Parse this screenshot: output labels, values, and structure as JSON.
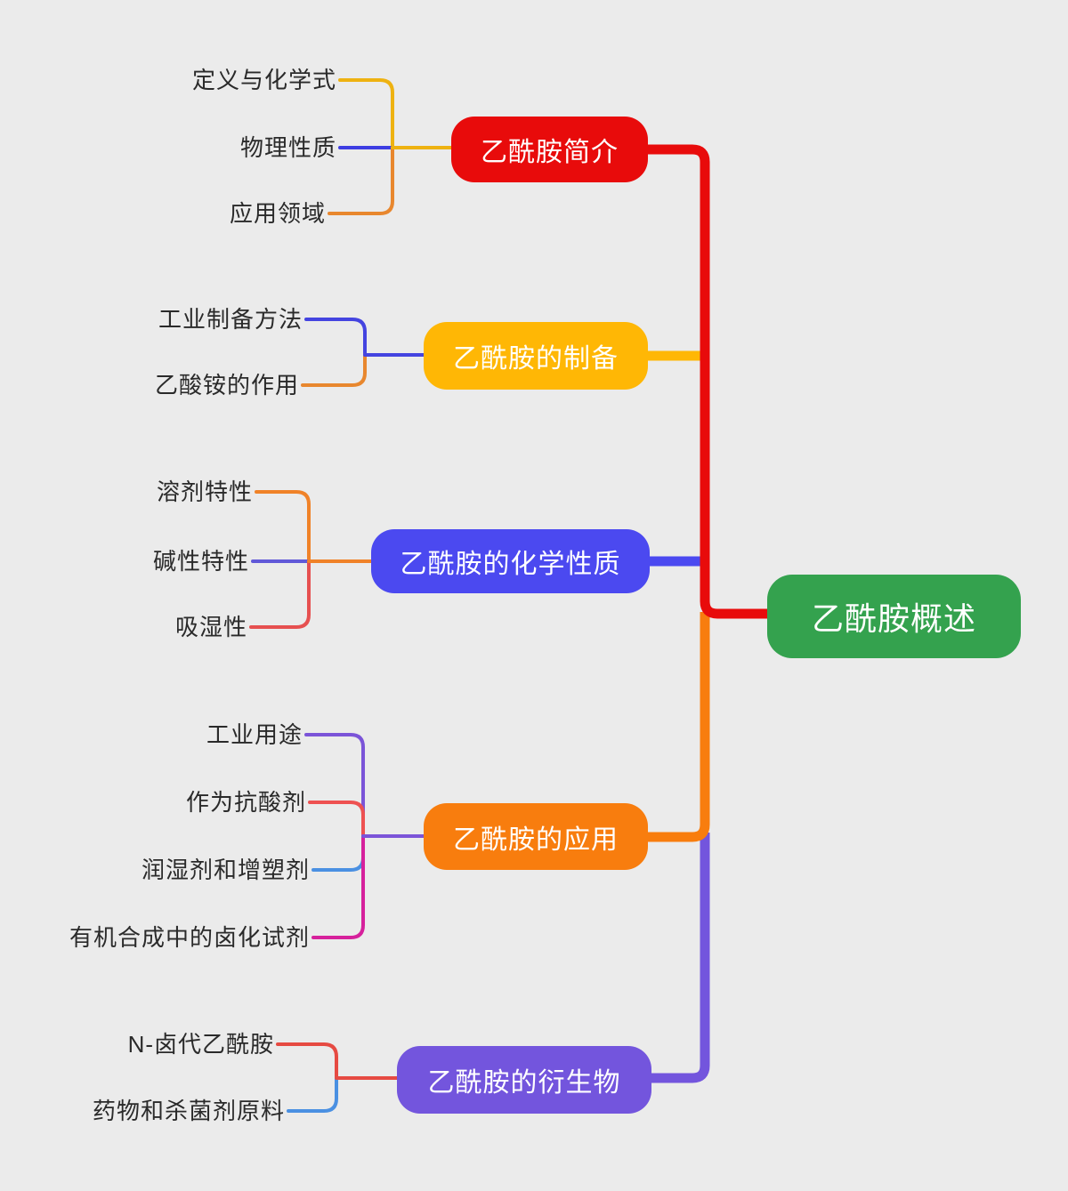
{
  "background": "#ebebeb",
  "text_color": "#2a2a2a",
  "root": {
    "label": "乙酰胺概述",
    "color": "#34a24e"
  },
  "trunk": {
    "red": "#e80b0b",
    "yellow": "#ffb705",
    "blue": "#4b49f0",
    "orange": "#f87d0e",
    "purple": "#7355dd"
  },
  "branches": [
    {
      "label": "乙酰胺简介",
      "color": "#e80b0b",
      "link_color": "#eeb211",
      "children": [
        {
          "label": "定义与化学式",
          "edge_color": "#eeb211"
        },
        {
          "label": "物理性质",
          "edge_color": "#3d3de2"
        },
        {
          "label": "应用领域",
          "edge_color": "#e8872e"
        }
      ]
    },
    {
      "label": "乙酰胺的制备",
      "color": "#ffb705",
      "link_color": "#4444e0",
      "children": [
        {
          "label": "工业制备方法",
          "edge_color": "#4444e0"
        },
        {
          "label": "乙酸铵的作用",
          "edge_color": "#e8872e"
        }
      ]
    },
    {
      "label": "乙酰胺的化学性质",
      "color": "#4b49f0",
      "link_color": "#f08228",
      "children": [
        {
          "label": "溶剂特性",
          "edge_color": "#f08228"
        },
        {
          "label": "碱性特性",
          "edge_color": "#6159d8"
        },
        {
          "label": "吸湿性",
          "edge_color": "#e65050"
        }
      ]
    },
    {
      "label": "乙酰胺的应用",
      "color": "#f87d0e",
      "link_color": "#7b54d8",
      "children": [
        {
          "label": "工业用途",
          "edge_color": "#7b54d8"
        },
        {
          "label": "作为抗酸剂",
          "edge_color": "#ee5151"
        },
        {
          "label": "润湿剂和增塑剂",
          "edge_color": "#4a90e2"
        },
        {
          "label": "有机合成中的卤化试剂",
          "edge_color": "#d6219c"
        }
      ]
    },
    {
      "label": "乙酰胺的衍生物",
      "color": "#7355dd",
      "link_color": "#e64a42",
      "children": [
        {
          "label": "N-卤代乙酰胺",
          "edge_color": "#e64a42"
        },
        {
          "label": "药物和杀菌剂原料",
          "edge_color": "#4a90e2"
        }
      ]
    }
  ]
}
